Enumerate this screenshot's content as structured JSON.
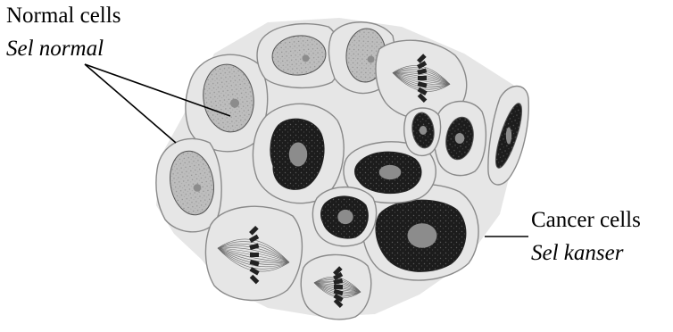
{
  "labels": {
    "normal_en": "Normal cells",
    "normal_ms": "Sel normal",
    "cancer_en": "Cancer cells",
    "cancer_ms": "Sel kanser"
  },
  "palette": {
    "background": "#ffffff",
    "cytoplasm": "#e6e6e6",
    "cell_outline": "#8a8a8a",
    "normal_nucleus": "#bdbdbd",
    "cancer_nucleus": "#1c1c1c",
    "nucleolus": "#8c8c8c",
    "spindle": "#6a6a6a",
    "leader_line": "#000000"
  },
  "cells": [
    {
      "type": "normal",
      "name": "normal-cell-top-left"
    },
    {
      "type": "normal",
      "name": "normal-cell-top-middle"
    },
    {
      "type": "normal",
      "name": "normal-cell-top-right"
    },
    {
      "type": "normal",
      "name": "normal-cell-left"
    },
    {
      "type": "dividing",
      "name": "dividing-cell-top-right"
    },
    {
      "type": "dividing",
      "name": "dividing-cell-bottom-left"
    },
    {
      "type": "dividing",
      "name": "dividing-cell-bottom-middle"
    },
    {
      "type": "cancer",
      "name": "cancer-cell-center"
    },
    {
      "type": "cancer",
      "name": "cancer-cell-large"
    },
    {
      "type": "cancer",
      "name": "cancer-cell-middle"
    },
    {
      "type": "cancer",
      "name": "cancer-cell-right"
    },
    {
      "type": "cancer",
      "name": "cancer-cell-far-right"
    },
    {
      "type": "cancer",
      "name": "cancer-cell-bottom"
    },
    {
      "type": "cancer",
      "name": "cancer-cell-lower-right"
    }
  ]
}
